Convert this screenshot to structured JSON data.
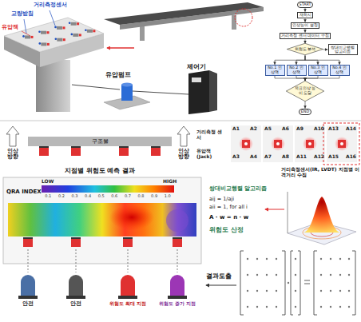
{
  "diagram": {
    "nodes": [
      {
        "text": [
          "START"
        ]
      },
      {
        "text": [
          "재하시"
        ]
      },
      {
        "text": [
          "인상높이 설정"
        ]
      },
      {
        "text": [
          "거리측정 센서 데이터 수집"
        ]
      },
      {
        "text": [
          "위험도 분석"
        ]
      },
      {
        "text": [
          "쌍대비교행렬 알고리즘"
        ]
      },
      {
        "text": [
          "No.1 인상잭"
        ]
      },
      {
        "text": [
          "No.2 인상잭"
        ]
      },
      {
        "text": [
          "No.3 인상잭"
        ]
      },
      {
        "text": [
          "No.4 인상잭"
        ]
      },
      {
        "text": [
          "목표인상 높이 도달"
        ]
      },
      {
        "text": [
          "END"
        ]
      },
      {
        "text": [
          "구조물"
        ]
      }
    ],
    "edges": [
      {
        "from": 0,
        "to": 1,
        "arrow": "to"
      },
      {
        "from": 1,
        "to": 2,
        "arrow": "to"
      },
      {
        "from": 2,
        "to": 3,
        "arrow": "to"
      },
      {
        "from": 3,
        "to": 4,
        "arrow": "to"
      },
      {
        "from": 4,
        "to": 5,
        "arrow": "to"
      },
      {
        "from": 4,
        "to": 6,
        "arrow": "to"
      },
      {
        "from": 4,
        "to": 7,
        "arrow": "to"
      },
      {
        "from": 4,
        "to": 8,
        "arrow": "to"
      },
      {
        "from": 4,
        "to": 9,
        "arrow": "to"
      },
      {
        "from": 6,
        "to": 10,
        "arrow": "to"
      },
      {
        "from": 7,
        "to": 10,
        "arrow": "to"
      },
      {
        "from": 8,
        "to": 10,
        "arrow": "to"
      },
      {
        "from": 9,
        "to": 10,
        "arrow": "to"
      },
      {
        "from": 10,
        "to": 11,
        "arrow": "to"
      }
    ],
    "labels": [
      "교량받침",
      "거리측정센서",
      "유압잭",
      "유압펌프",
      "제어기",
      "인상 방향",
      "인상 방향",
      "거리측정 센서",
      "유압잭 (Jack)",
      "A1",
      "A2",
      "A3",
      "A4",
      "A5",
      "A6",
      "A7",
      "A8",
      "A9",
      "A10",
      "A11",
      "A12",
      "A13",
      "A14",
      "A15",
      "A16",
      "거리측정센서(IR, LVDT) 지점별 이격거리 수집",
      "지점별 위험도 예측 결과",
      "QRA INDEX",
      "LOW",
      "HIGH",
      "0.1",
      "0.2",
      "0.3",
      "0.4",
      "0.5",
      "0.6",
      "0.7",
      "0.8",
      "0.9",
      "1.0",
      "쌍대비교행렬 알고리즘",
      "aij = 1/aji",
      "aii = 1, for all i",
      "A · w = n · w",
      "위험도 산정",
      "결과도출",
      "안전",
      "안전",
      "위험도 최대 지점",
      "위험도 증가 지점"
    ]
  }
}
